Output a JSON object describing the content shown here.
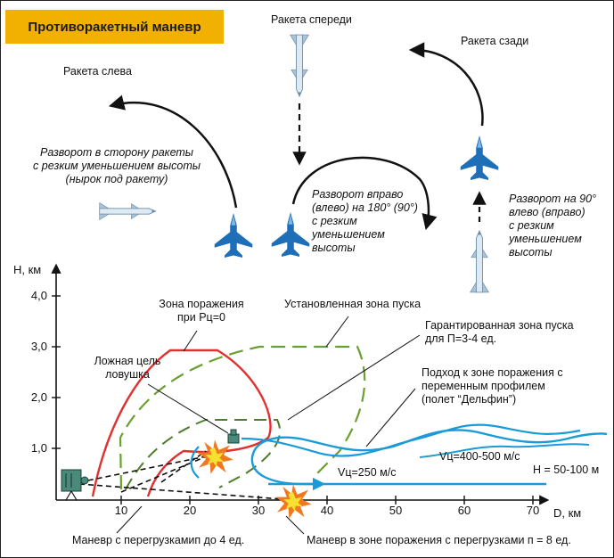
{
  "title": "Противоракетный маневр",
  "top": {
    "missile_left": "Ракета слева",
    "missile_front": "Ракета спереди",
    "missile_rear": "Ракета сзади",
    "maneuver_left": [
      "Разворот в сторону ракеты",
      "с резким уменьшением высоты",
      "(нырок под ракету)"
    ],
    "maneuver_front": [
      "Разворот вправо",
      "(влево) на 180° (90°)",
      "с резким",
      "уменьшением",
      "высоты"
    ],
    "maneuver_rear": [
      "Разворот  на 90°",
      "влево (вправо)",
      "с резким",
      "уменьшением",
      "высоты"
    ]
  },
  "chart": {
    "ylabel": "H, км",
    "xlabel": "D, км",
    "y_ticks": [
      "4,0",
      "3,0",
      "2,0",
      "1,0"
    ],
    "x_ticks": [
      "10",
      "20",
      "30",
      "40",
      "50",
      "60",
      "70"
    ]
  },
  "labels": {
    "kill_zone": [
      "Зона поражения",
      "при Рц=0"
    ],
    "established_launch_zone": "Установленная зона пуска",
    "guaranteed_launch_zone": [
      "Гарантированная зона пуска",
      "для П=3-4 ед."
    ],
    "decoy": [
      "Ложная цель",
      "ловушка"
    ],
    "dolphin": [
      "Подход к зоне поражения с",
      "переменным профилем",
      "(полет “Дельфин”)"
    ],
    "vt_250": "Vц=250 м/с",
    "vt_400": "Vц=400-500 м/с",
    "altitude": "H = 50-100 м",
    "maneuver_4g": "Маневр с перегрузкамип до 4 ед.",
    "maneuver_8g": "Маневр в зоне поражения с перегрузками п = 8 ед."
  },
  "colors": {
    "title_bg": "#f2b000",
    "kill_zone": "#e03030",
    "launch_zone": "#6aa030",
    "approach_path": "#1a9ad6",
    "aircraft": "#1f6fb8"
  }
}
